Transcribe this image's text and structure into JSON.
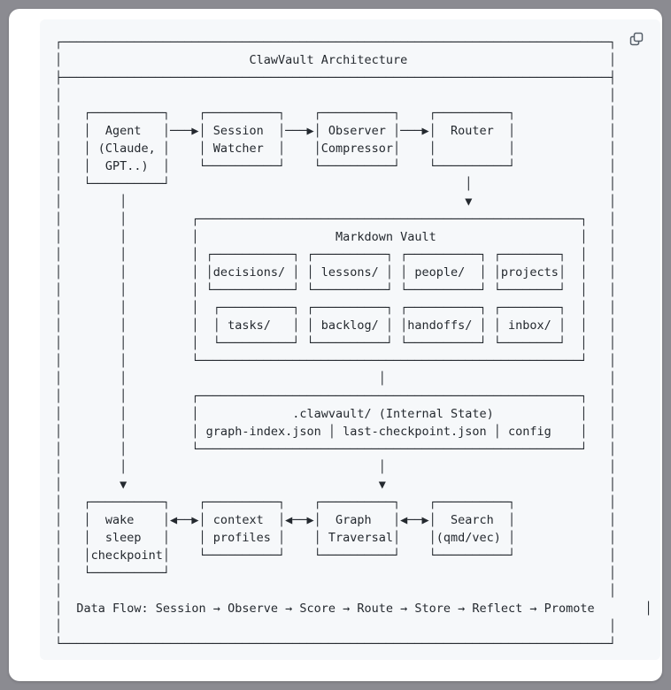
{
  "colors": {
    "desktop_background": "#8b8b91",
    "card_background": "#ffffff",
    "code_block_background": "#f6f8fa",
    "text": "#24292f",
    "icon": "#57606a"
  },
  "toolbar": {
    "copy_icon": "copy"
  },
  "diagram": {
    "title": "ClawVault Architecture",
    "lines": [
      "┌────────────────────────────────────────────────────────────────────────────┐",
      "│                          ClawVault Architecture                            │",
      "├────────────────────────────────────────────────────────────────────────────┤",
      "│                                                                            │",
      "│   ┌──────────┐    ┌──────────┐    ┌──────────┐    ┌──────────┐             │",
      "│   │  Agent   │───▶│ Session  │───▶│ Observer │───▶│  Router  │             │",
      "│   │ (Claude, │    │ Watcher  │    │Compressor│    │          │             │",
      "│   │  GPT..)  │    └──────────┘    └──────────┘    └──────────┘             │",
      "│   └──────────┘                                         │                   │",
      "│        │                                               ▼                   │",
      "│        │         ┌─────────────────────────────────────────────────────┐   │",
      "│        │         │                   Markdown Vault                    │   │",
      "│        │         │ ┌───────────┐ ┌──────────┐ ┌──────────┐ ┌────────┐  │   │",
      "│        │         │ │decisions/ │ │ lessons/ │ │ people/  │ │projects│  │   │",
      "│        │         │ └───────────┘ └──────────┘ └──────────┘ └────────┘  │   │",
      "│        │         │  ┌──────────┐ ┌──────────┐ ┌──────────┐ ┌────────┐  │   │",
      "│        │         │  │ tasks/   │ │ backlog/ │ │handoffs/ │ │ inbox/ │  │   │",
      "│        │         │  └──────────┘ └──────────┘ └──────────┘ └────────┘  │   │",
      "│        │         └─────────────────────────────────────────────────────┘   │",
      "│        │                                   │                               │",
      "│        │         ┌─────────────────────────────────────────────────────┐   │",
      "│        │         │             .clawvault/ (Internal State)            │   │",
      "│        │         │ graph-index.json │ last-checkpoint.json │ config    │   │",
      "│        │         └─────────────────────────────────────────────────────┘   │",
      "│        │                                   │                               │",
      "│        ▼                                   ▼                               │",
      "│   ┌──────────┐    ┌──────────┐    ┌──────────┐    ┌──────────┐             │",
      "│   │  wake    │◀──▶│ context  │◀──▶│  Graph   │◀──▶│  Search  │             │",
      "│   │  sleep   │    │ profiles │    │ Traversal│    │(qmd/vec) │             │",
      "│   │checkpoint│    └──────────┘    └──────────┘    └──────────┘             │",
      "│   └──────────┘                                                             │",
      "│                                                                            │",
      "│  Data Flow: Session → Observe → Score → Route → Store → Reflect → Promote       │",
      "│                                                                            │",
      "└────────────────────────────────────────────────────────────────────────────┘"
    ]
  },
  "architecture": {
    "pipeline_nodes": [
      "Agent (Claude, GPT..)",
      "Session Watcher",
      "Observer Compressor",
      "Router"
    ],
    "vault": {
      "title": "Markdown Vault",
      "directories": [
        "decisions/",
        "lessons/",
        "people/",
        "projects",
        "tasks/",
        "backlog/",
        "handoffs/",
        "inbox/"
      ]
    },
    "internal_state": {
      "title": ".clawvault/ (Internal State)",
      "items": [
        "graph-index.json",
        "last-checkpoint.json",
        "config"
      ]
    },
    "runtime_nodes": [
      "wake sleep checkpoint",
      "context profiles",
      "Graph Traversal",
      "Search (qmd/vec)"
    ],
    "data_flow": "Data Flow: Session → Observe → Score → Route → Store → Reflect → Promote"
  }
}
